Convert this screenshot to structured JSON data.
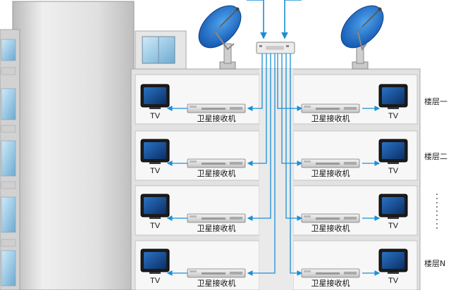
{
  "devices": {
    "tv_label": "TV",
    "receiver_label": "卫星接收机"
  },
  "floor_labels": {
    "floor1": "楼层一",
    "floor2": "楼层二",
    "floorN": "楼层N"
  },
  "colors": {
    "cable": "#1a8fd6",
    "dish": "#1e6fc8",
    "building": "#dcdcdc",
    "wall": "#f4f4f4"
  },
  "icons": [
    "satellite-dish-icon",
    "splitter-icon",
    "tv-icon",
    "receiver-icon",
    "window-icon"
  ]
}
